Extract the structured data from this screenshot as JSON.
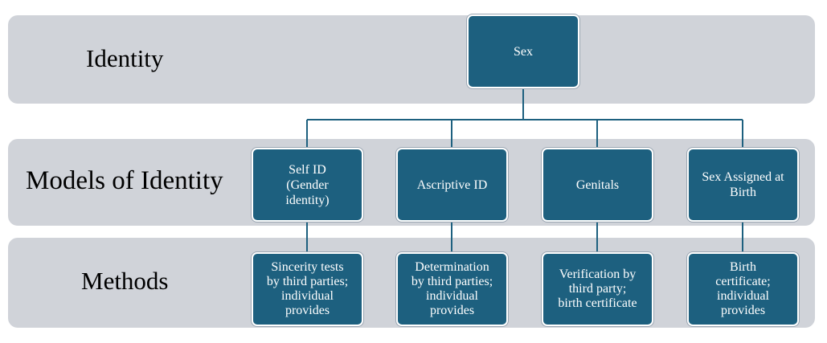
{
  "bands": [
    {
      "label": "Identity"
    },
    {
      "label": "Models of Identity"
    },
    {
      "label": "Methods"
    }
  ],
  "root": {
    "label": "Sex"
  },
  "models": [
    {
      "label": "Self ID\n(Gender\nidentity)"
    },
    {
      "label": "Ascriptive ID"
    },
    {
      "label": "Genitals"
    },
    {
      "label": "Sex Assigned at\nBirth"
    }
  ],
  "methods": [
    {
      "label": "Sincerity tests\nby third parties;\nindividual\nprovides"
    },
    {
      "label": "Determination\nby third parties;\nindividual\nprovides"
    },
    {
      "label": "Verification by\nthird party;\nbirth certificate"
    },
    {
      "label": "Birth\ncertificate;\nindividual\nprovides"
    }
  ],
  "colors": {
    "band": "#d0d3d9",
    "node": "#1d607f",
    "connector": "#1d607f"
  }
}
